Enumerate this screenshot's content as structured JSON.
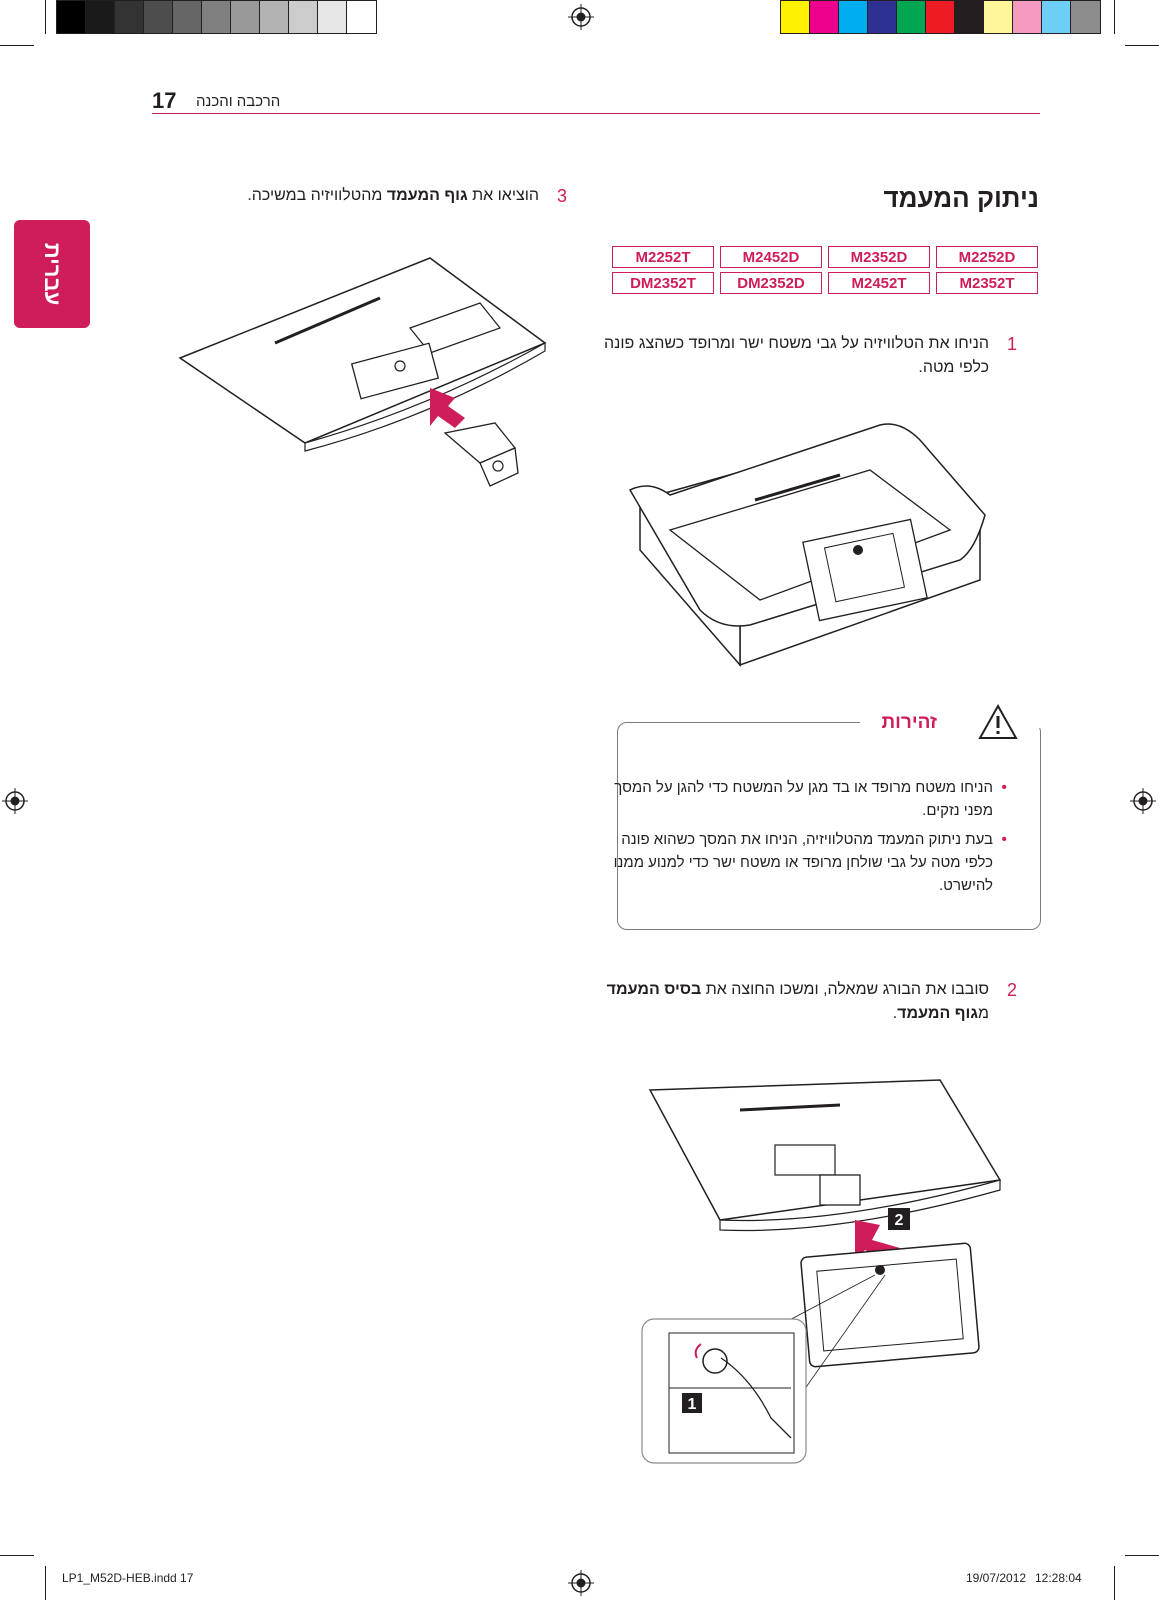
{
  "header": {
    "page_number": "17",
    "running_head": "הרכבה והכנה"
  },
  "side_tab": {
    "label": "עברית"
  },
  "section_title": "ניתוק המעמד",
  "models": {
    "row1": [
      "M2252D",
      "M2352D",
      "M2452D",
      "M2252T"
    ],
    "row2": [
      "M2352T",
      "M2452T",
      "DM2352D",
      "DM2352T"
    ]
  },
  "steps": {
    "step1": {
      "number": "1",
      "text": "הניחו את הטלוויזיה על גבי משטח ישר ומרופד כשהצג פונה כלפי מטה."
    },
    "step2": {
      "number": "2",
      "text_before": "סובבו את הבורג שמאלה, ומשכו החוצה את ",
      "bold1": "בסיס",
      "text_mid": " ",
      "bold2": "המעמד",
      "text_mid2": " מ",
      "bold3": "גוף המעמד",
      "text_after": "."
    },
    "step3": {
      "number": "3",
      "text_before": "הוציאו את ",
      "bold": "גוף המעמד",
      "text_after": " מהטלוויזיה במשיכה."
    }
  },
  "caution": {
    "title": "זהירות",
    "bullets": [
      "הניחו משטח מרופד או בד מגן על המשטח כדי להגן על המסך מפני נזקים.",
      "בעת ניתוק המעמד מהטלוויזיה, הניחו את המסך כשהוא פונה כלפי מטה על גבי שולחן מרופד או משטח ישר כדי למנוע ממנו להישרט."
    ]
  },
  "callouts": {
    "one": "1",
    "two": "2"
  },
  "footer": {
    "file": "LP1_M52D-HEB.indd   17",
    "date": "19/07/2012",
    "time": "12:28:04"
  },
  "colors": {
    "accent": "#cf1c5a",
    "swatches_gray": [
      "#000000",
      "#1a1a1a",
      "#333333",
      "#4d4d4d",
      "#666666",
      "#808080",
      "#999999",
      "#b3b3b3",
      "#cccccc",
      "#e6e6e6",
      "#ffffff"
    ],
    "swatches_color": [
      "#fff200",
      "#ec008c",
      "#00aeef",
      "#2e3192",
      "#00a651",
      "#ed1c24",
      "#231f20",
      "#fff799",
      "#f49ac1",
      "#6dcff6",
      "#8c8c8c"
    ]
  }
}
